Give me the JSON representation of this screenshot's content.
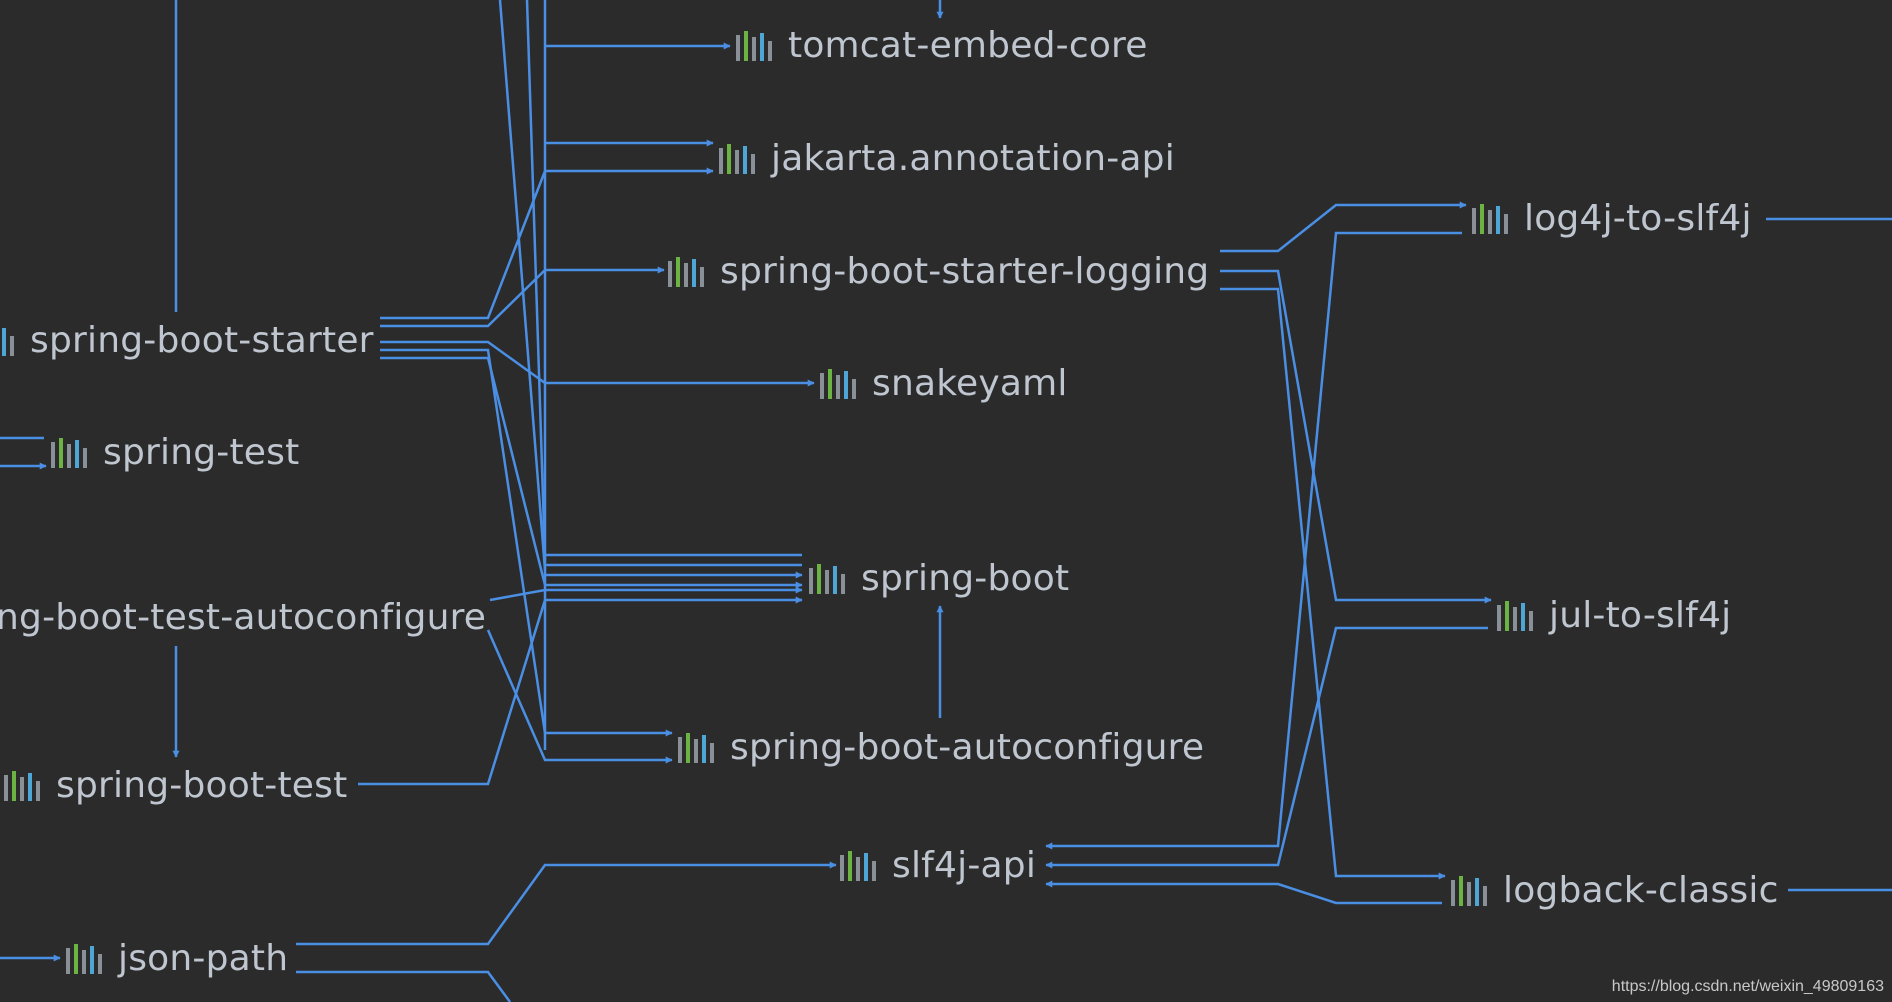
{
  "colors": {
    "background": "#2b2b2b",
    "edge": "#4a8fe4",
    "label": "#bfc6cf",
    "icon_bars": [
      "#8a9098",
      "#6bb443",
      "#8a9098",
      "#4ea6d6",
      "#8a9098"
    ]
  },
  "nodes": {
    "tomcat_embed_core": {
      "label": "tomcat-embed-core",
      "icon": "library-icon"
    },
    "jakarta_annotation_api": {
      "label": "jakarta.annotation-api",
      "icon": "library-icon"
    },
    "spring_boot_starter_logging": {
      "label": "spring-boot-starter-logging",
      "icon": "library-icon"
    },
    "spring_boot_starter": {
      "label": "spring-boot-starter",
      "icon": "library-icon"
    },
    "snakeyaml": {
      "label": "snakeyaml",
      "icon": "library-icon"
    },
    "spring_test": {
      "label": "spring-test",
      "icon": "library-icon"
    },
    "spring_boot": {
      "label": "spring-boot",
      "icon": "library-icon"
    },
    "spring_boot_test_autoconfigure": {
      "label": "ng-boot-test-autoconfigure",
      "icon": "library-icon"
    },
    "spring_boot_autoconfigure": {
      "label": "spring-boot-autoconfigure",
      "icon": "library-icon"
    },
    "spring_boot_test": {
      "label": "spring-boot-test",
      "icon": "library-icon"
    },
    "slf4j_api": {
      "label": "slf4j-api",
      "icon": "library-icon"
    },
    "json_path": {
      "label": "json-path",
      "icon": "library-icon"
    },
    "log4j_to_slf4j": {
      "label": "log4j-to-slf4j",
      "icon": "library-icon"
    },
    "jul_to_slf4j": {
      "label": "jul-to-slf4j",
      "icon": "library-icon"
    },
    "logback_classic": {
      "label": "logback-classic",
      "icon": "library-icon"
    }
  },
  "watermark": "https://blog.csdn.net/weixin_49809163"
}
